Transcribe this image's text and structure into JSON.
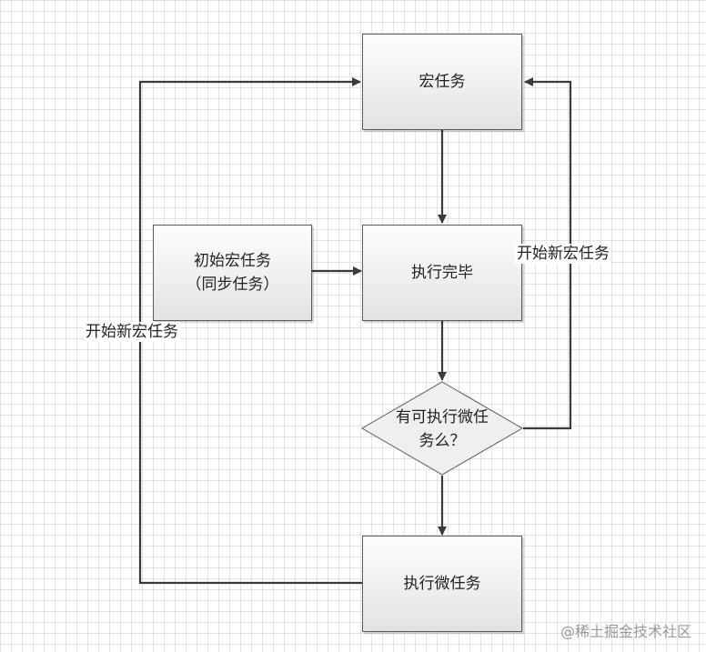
{
  "nodes": {
    "macro_task": "宏任务",
    "initial_macro_task_line1": "初始宏任务",
    "initial_macro_task_line2": "（同步任务）",
    "execution_complete": "执行完毕",
    "decision_line1": "有可执行微任",
    "decision_line2": "务么？",
    "execute_micro_task": "执行微任务"
  },
  "edge_labels": {
    "left_loop": "开始新宏任务",
    "right_loop": "开始新宏任务"
  },
  "watermark": {
    "text": "@稀土掘金技术社区"
  }
}
